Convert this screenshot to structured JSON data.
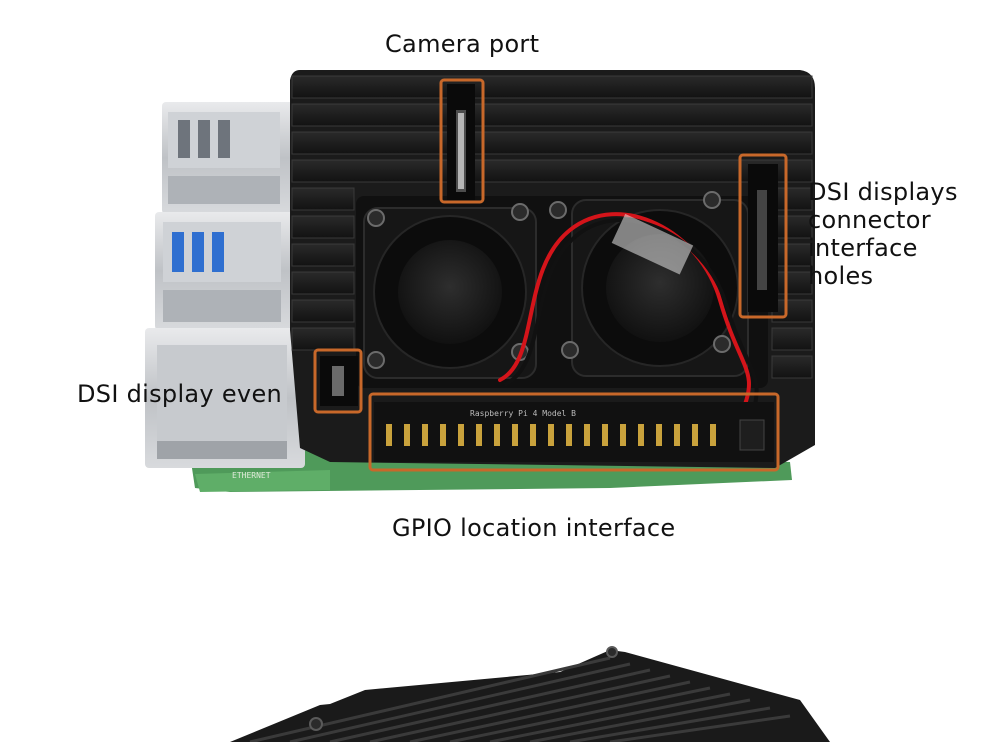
{
  "labels": {
    "camera_port": "Camera port",
    "dsi_displays": [
      "DSI displays",
      "connector",
      "interface",
      "holes"
    ],
    "dsi_display_even": "DSI display even",
    "gpio": "GPIO location interface"
  },
  "board_silkscreen": "Raspberry Pi 4 Model B",
  "colors": {
    "highlight": "#c8682a",
    "case": "#1b1b1b",
    "pcb": "#4f9a5a",
    "wire_red": "#d4141a",
    "wire_black": "#111111"
  }
}
